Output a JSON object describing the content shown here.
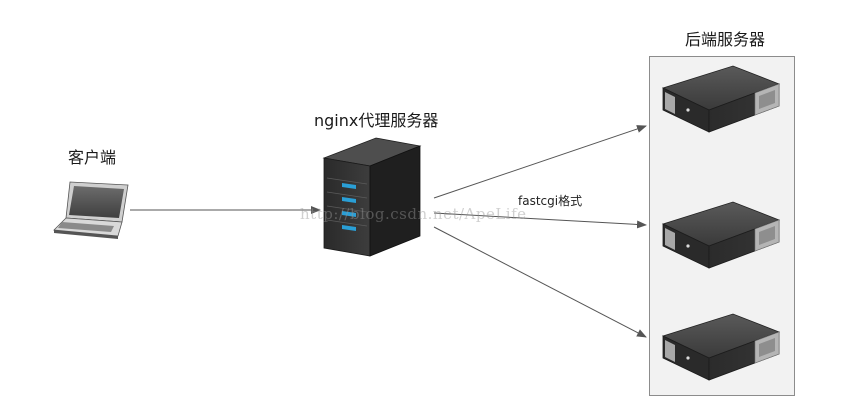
{
  "labels": {
    "client": "客户端",
    "proxy": "nginx代理服务器",
    "backend": "后端服务器",
    "protocol": "fastcgi格式"
  },
  "watermark": "http://blog.csdn.net/ApeLife",
  "icons": {
    "client": "laptop-icon",
    "proxy": "tower-server-icon",
    "backend": "rack-server-icon"
  },
  "colors": {
    "arrow": "#555555",
    "backend_panel": "#f2f2f2",
    "server_body": "#3a3a3a",
    "server_accent": "#2a9fd6"
  }
}
